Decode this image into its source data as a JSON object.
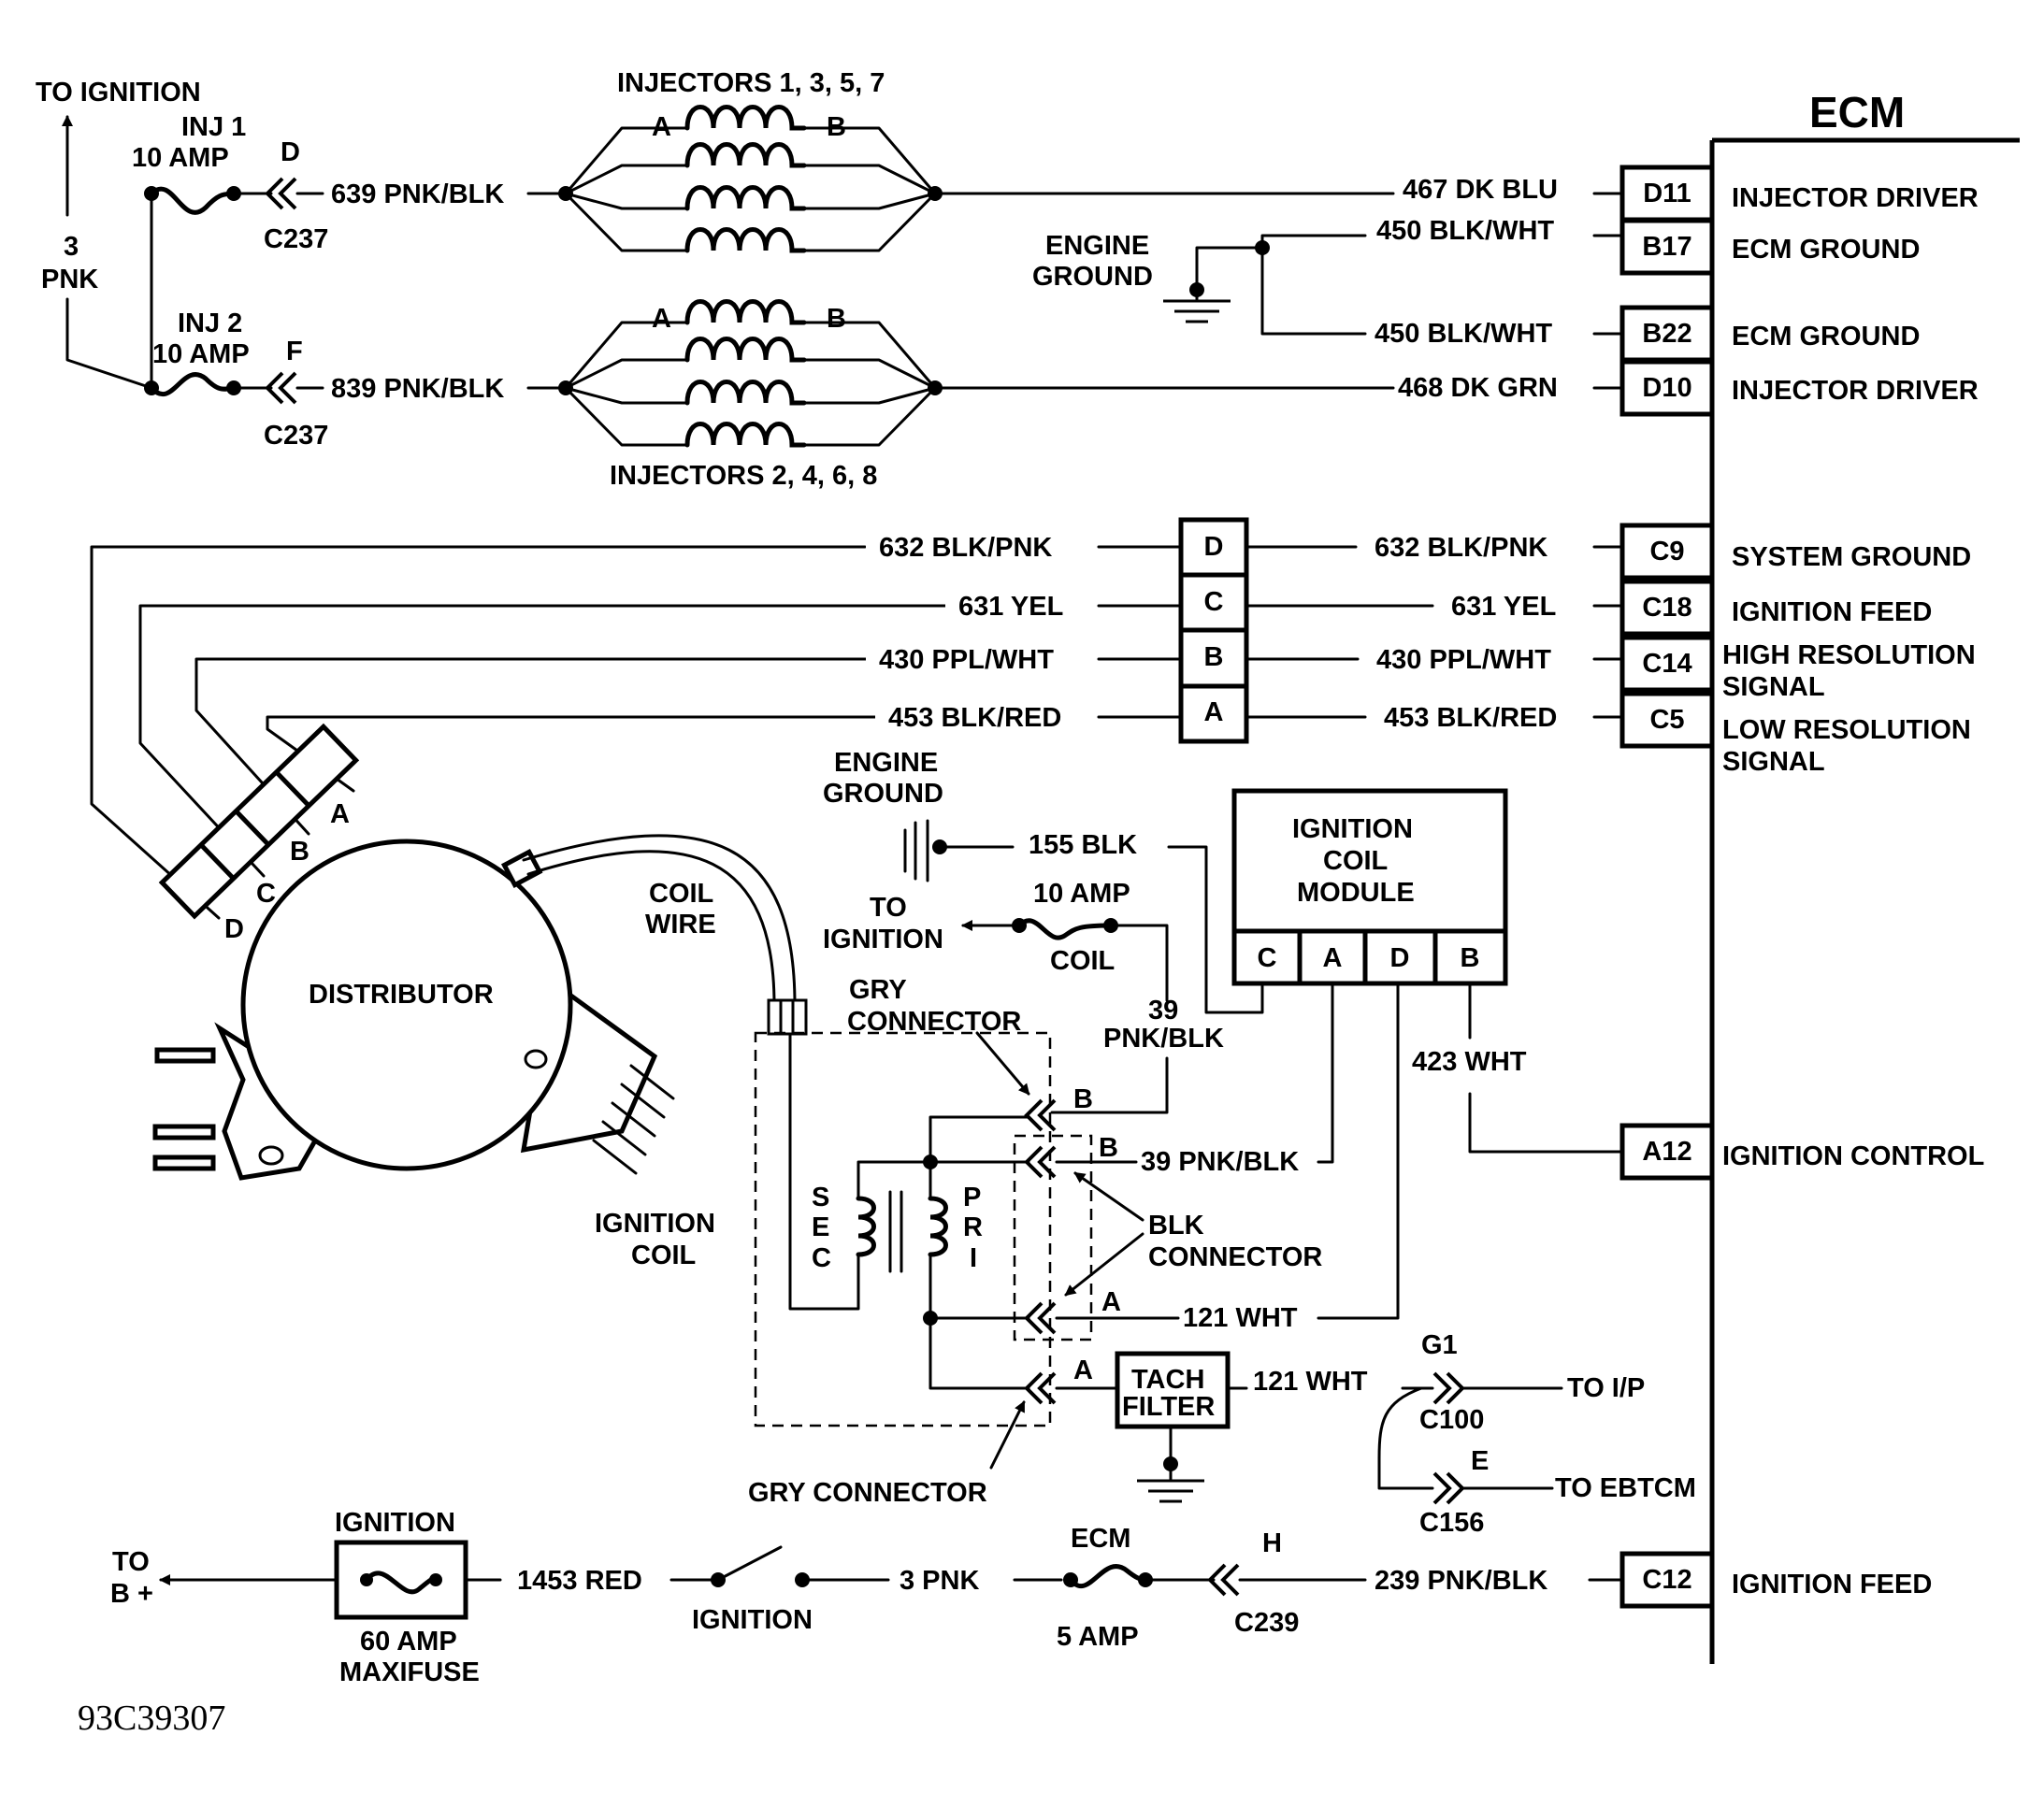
{
  "ecm": {
    "title": "ECM",
    "pins": [
      {
        "pin": "D11",
        "function": "INJECTOR DRIVER"
      },
      {
        "pin": "B17",
        "function": "ECM GROUND"
      },
      {
        "pin": "B22",
        "function": "ECM GROUND"
      },
      {
        "pin": "D10",
        "function": "INJECTOR DRIVER"
      },
      {
        "pin": "C9",
        "function": "SYSTEM GROUND"
      },
      {
        "pin": "C18",
        "function": "IGNITION FEED"
      },
      {
        "pin": "C14",
        "function": "HIGH RESOLUTION",
        "function2": "SIGNAL"
      },
      {
        "pin": "C5",
        "function": "LOW RESOLUTION",
        "function2": "SIGNAL"
      },
      {
        "pin": "A12",
        "function": "IGNITION CONTROL"
      },
      {
        "pin": "C12",
        "function": "IGNITION FEED"
      }
    ]
  },
  "injector_circuit": {
    "to_ignition": "TO IGNITION",
    "feed_wire": [
      "3",
      "PNK"
    ],
    "fuse1": [
      "INJ 1",
      "10 AMP"
    ],
    "fuse2": [
      "INJ 2",
      "10 AMP"
    ],
    "conn1_pin": "D",
    "conn2_pin": "F",
    "conn_name": "C237",
    "bank1_wire": "639 PNK/BLK",
    "bank2_wire": "839 PNK/BLK",
    "bank1_label": "INJECTORS 1, 3, 5, 7",
    "bank2_label": "INJECTORS 2, 4, 6, 8",
    "terminal_a": "A",
    "terminal_b": "B",
    "driver1_wire": "467 DK BLU",
    "driver2_wire": "468 DK GRN",
    "ground_label": [
      "ENGINE",
      "GROUND"
    ],
    "ground_wire1": "450 BLK/WHT",
    "ground_wire2": "450 BLK/WHT"
  },
  "distributor_circuit": {
    "wires": [
      {
        "pin": "D",
        "left": "632  BLK/PNK",
        "right": "632  BLK/PNK"
      },
      {
        "pin": "C",
        "left": "631 YEL",
        "right": "631 YEL"
      },
      {
        "pin": "B",
        "left": "430 PPL/WHT",
        "right": "430 PPL/WHT"
      },
      {
        "pin": "A",
        "left": "453 BLK/RED",
        "right": "453 BLK/RED"
      }
    ],
    "distributor_label": "DISTRIBUTOR",
    "dist_pins": [
      "A",
      "B",
      "C",
      "D"
    ]
  },
  "ignition_circuit": {
    "coil_wire": [
      "COIL",
      "WIRE"
    ],
    "engine_ground": [
      "ENGINE",
      "GROUND"
    ],
    "ground_wire": "155 BLK",
    "to_ignition": [
      "TO",
      "IGNITION"
    ],
    "coil_fuse": [
      "10 AMP",
      "COIL"
    ],
    "wire_39": [
      "39",
      "PNK/BLK"
    ],
    "wire_39_b": "39 PNK/BLK",
    "gry_connector_top": [
      "GRY",
      "CONNECTOR"
    ],
    "gry_connector_bottom": "GRY CONNECTOR",
    "blk_connector": [
      "BLK",
      "CONNECTOR"
    ],
    "coil_label": [
      "IGNITION",
      "COIL"
    ],
    "sec": [
      "S",
      "E",
      "C"
    ],
    "pri": [
      "P",
      "R",
      "I"
    ],
    "module_label": [
      "IGNITION",
      "COIL",
      "MODULE"
    ],
    "module_pins": [
      "C",
      "A",
      "D",
      "B"
    ],
    "wire_423": "423 WHT",
    "wire_121a": "121 WHT",
    "wire_121b": "121 WHT",
    "tach_filter": [
      "TACH",
      "FILTER"
    ],
    "pin_a": "A",
    "pin_b": "B",
    "c100_pin": "G1",
    "c100": "C100",
    "to_ip": "TO I/P",
    "c156_pin": "E",
    "c156": "C156",
    "to_ebtcm": "TO EBTCM"
  },
  "power_circuit": {
    "to_b": [
      "TO",
      "B +"
    ],
    "ignition_fuse_top": "IGNITION",
    "maxifuse": [
      "60 AMP",
      "MAXIFUSE"
    ],
    "wire_1453": "1453 RED",
    "switch_label": "IGNITION",
    "wire_3pnk": "3 PNK",
    "ecm_fuse": [
      "ECM",
      "5 AMP"
    ],
    "c239_pin": "H",
    "c239": "C239",
    "wire_239": "239 PNK/BLK"
  },
  "figure_ref": "93C39307"
}
